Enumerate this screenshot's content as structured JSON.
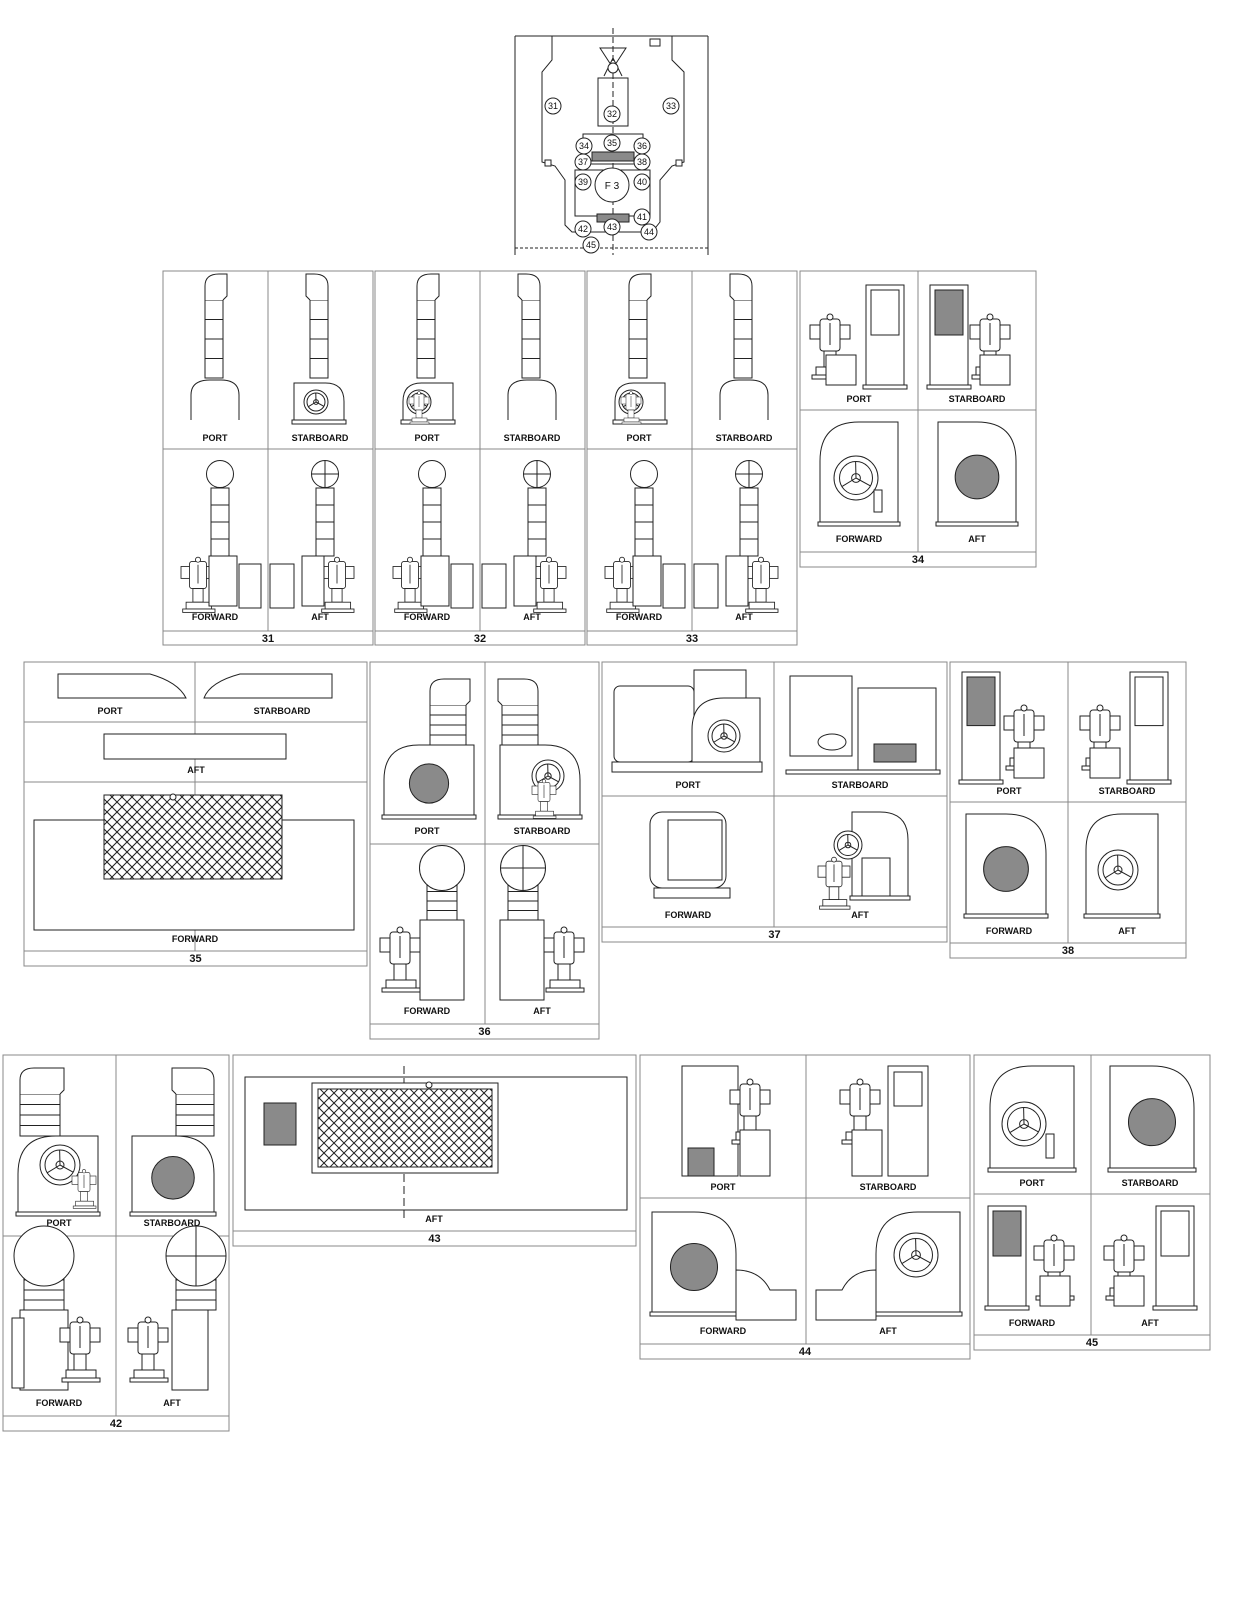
{
  "view_labels": {
    "port": "PORT",
    "starboard": "STARBOARD",
    "forward": "FORWARD",
    "aft": "AFT"
  },
  "key_plan": {
    "center_label": "F 3",
    "callouts": [
      "31",
      "32",
      "33",
      "34",
      "35",
      "36",
      "37",
      "38",
      "39",
      "40",
      "41",
      "42",
      "43",
      "44",
      "45"
    ]
  },
  "groups": [
    {
      "number": "31"
    },
    {
      "number": "32"
    },
    {
      "number": "33"
    },
    {
      "number": "34"
    },
    {
      "number": "35"
    },
    {
      "number": "36"
    },
    {
      "number": "37"
    },
    {
      "number": "38"
    },
    {
      "number": "42"
    },
    {
      "number": "43"
    },
    {
      "number": "44"
    },
    {
      "number": "45"
    }
  ],
  "colors": {
    "line": "#222222",
    "frame": "#888888",
    "shade": "#8a8a8a"
  }
}
